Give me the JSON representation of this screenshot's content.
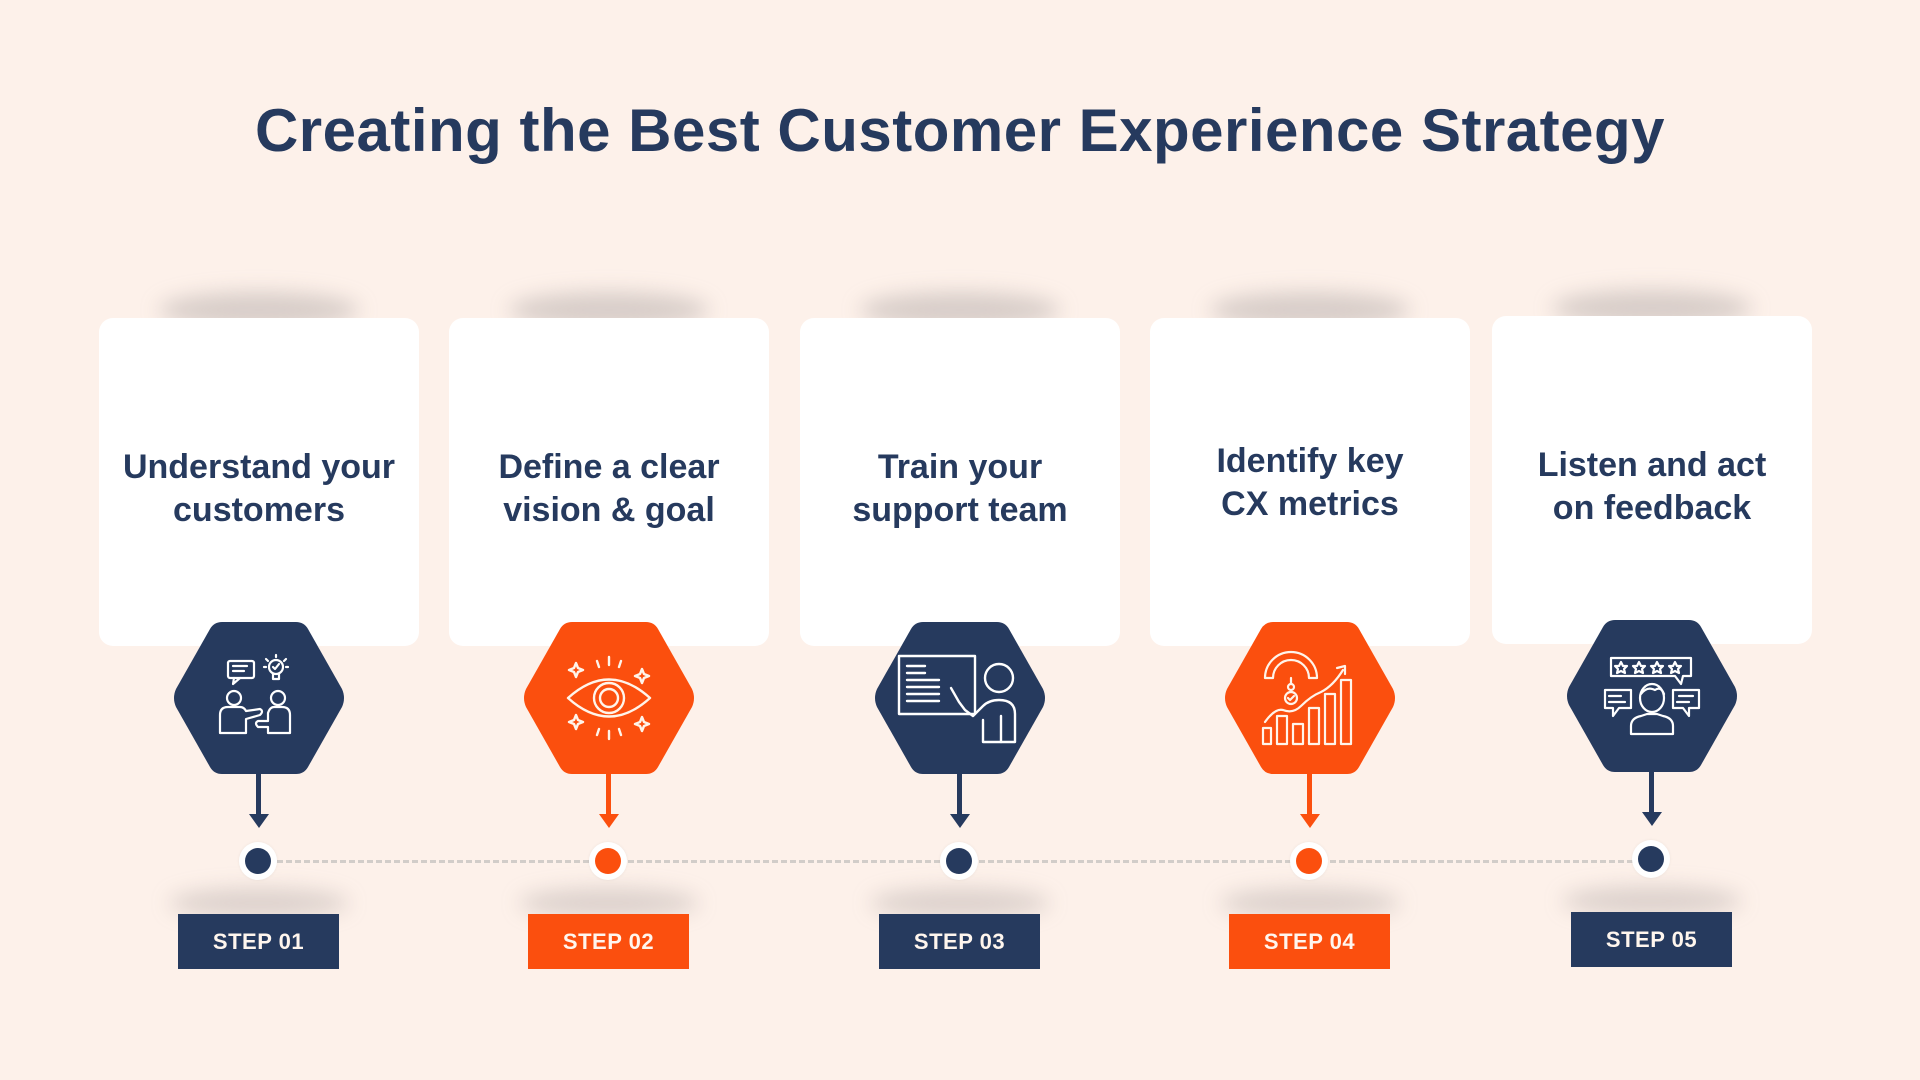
{
  "title": "Creating the Best Customer Experience Strategy",
  "colors": {
    "background": "#fdf1ea",
    "navy": "#263a5e",
    "orange": "#fb4f0e",
    "card": "#ffffff",
    "timeline_dash": "#d2cdc9"
  },
  "steps": [
    {
      "text": "Understand your\ncustomers",
      "badge": "STEP 01",
      "color": "navy",
      "icon": "people-discussion-idea-icon"
    },
    {
      "text": "Define a clear\nvision & goal",
      "badge": "STEP 02",
      "color": "orange",
      "icon": "eye-vision-icon"
    },
    {
      "text": "Train your\nsupport team",
      "badge": "STEP 03",
      "color": "navy",
      "icon": "presenter-whiteboard-icon"
    },
    {
      "text": "Identify key\nCX metrics",
      "badge": "STEP 04",
      "color": "orange",
      "icon": "gauge-growth-chart-icon"
    },
    {
      "text": "Listen and act\non feedback",
      "badge": "STEP 05",
      "color": "navy",
      "icon": "customer-rating-feedback-icon"
    }
  ]
}
